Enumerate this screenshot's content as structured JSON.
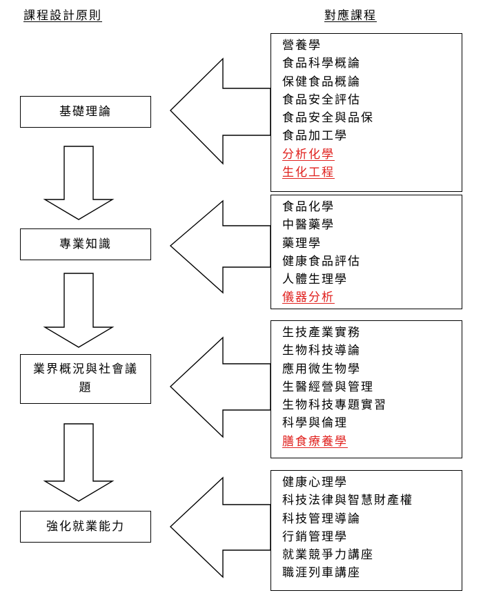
{
  "headers": {
    "left": "課程設計原則",
    "right": "對應課程"
  },
  "stages": [
    {
      "label": "基礎理論",
      "courses": [
        {
          "name": "營養學",
          "highlight": false
        },
        {
          "name": "食品科學概論",
          "highlight": false
        },
        {
          "name": "保健食品概論",
          "highlight": false
        },
        {
          "name": "食品安全評估",
          "highlight": false
        },
        {
          "name": "食品安全與品保",
          "highlight": false
        },
        {
          "name": "食品加工學",
          "highlight": false
        },
        {
          "name": "分析化學",
          "highlight": true
        },
        {
          "name": "生化工程",
          "highlight": true
        }
      ]
    },
    {
      "label": "專業知識",
      "courses": [
        {
          "name": "食品化學",
          "highlight": false
        },
        {
          "name": "中醫藥學",
          "highlight": false
        },
        {
          "name": "藥理學",
          "highlight": false
        },
        {
          "name": "健康食品評估",
          "highlight": false
        },
        {
          "name": "人體生理學",
          "highlight": false
        },
        {
          "name": "儀器分析",
          "highlight": true
        }
      ]
    },
    {
      "label": "業界概況與社會議題",
      "courses": [
        {
          "name": "生技產業實務",
          "highlight": false
        },
        {
          "name": "生物科技導論",
          "highlight": false
        },
        {
          "name": "應用微生物學",
          "highlight": false
        },
        {
          "name": "生醫經營與管理",
          "highlight": false
        },
        {
          "name": "生物科技專題實習",
          "highlight": false
        },
        {
          "name": "科學與倫理",
          "highlight": false
        },
        {
          "name": "膳食療養學",
          "highlight": true
        }
      ]
    },
    {
      "label": "強化就業能力",
      "courses": [
        {
          "name": "健康心理學",
          "highlight": false
        },
        {
          "name": "科技法律與智慧財產權",
          "highlight": false
        },
        {
          "name": "科技管理導論",
          "highlight": false
        },
        {
          "name": "行銷管理學",
          "highlight": false
        },
        {
          "name": "就業競爭力講座",
          "highlight": false
        },
        {
          "name": "職涯列車講座",
          "highlight": false
        }
      ]
    }
  ],
  "colors": {
    "highlight": "#e0201d",
    "line": "#000000"
  }
}
